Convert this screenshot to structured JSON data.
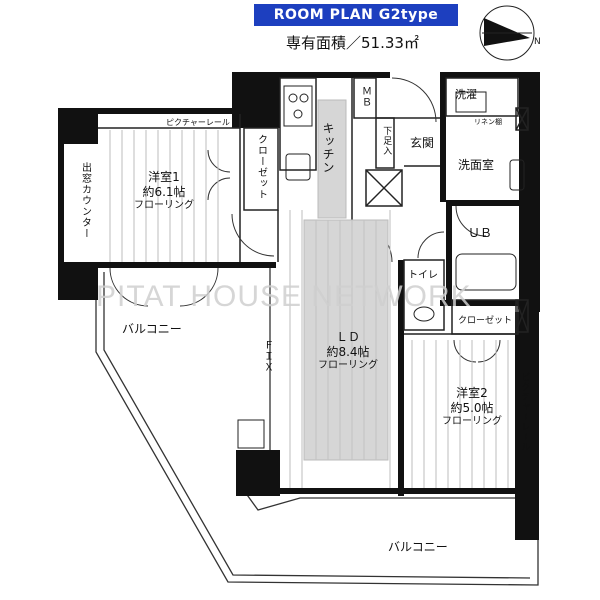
{
  "header": {
    "title": "ROOM PLAN   G2type",
    "area": "専有面積／51.33㎡"
  },
  "rooms": {
    "bedroom1": {
      "name": "洋室1",
      "size": "約6.1帖",
      "floor": "フローリング"
    },
    "ld": {
      "name": "ＬＤ",
      "size": "約8.4帖",
      "floor": "フローリング"
    },
    "bedroom2": {
      "name": "洋室2",
      "size": "約5.0帖",
      "floor": "フローリング"
    },
    "kitchen": "キッチン",
    "entrance": "玄関",
    "washroom": "洗面室",
    "laundry": "洗濯",
    "bath": "ＵＢ",
    "toilet": "トイレ",
    "mb": "ＭＢ",
    "shoe_box": "下足入",
    "closet_v": "クローゼット",
    "closet_h": "クローゼット",
    "linen": "リネン棚",
    "picture_rail_1": "ピクチャーレール",
    "picture_rail_2": "ピクチャーレール",
    "bay_counter": "出窓カウンター",
    "fix": "ＦＩＸ",
    "balcony_1": "バルコニー",
    "balcony_2": "バルコニー"
  },
  "watermark": "PITAT HOUSE NETWORK"
}
